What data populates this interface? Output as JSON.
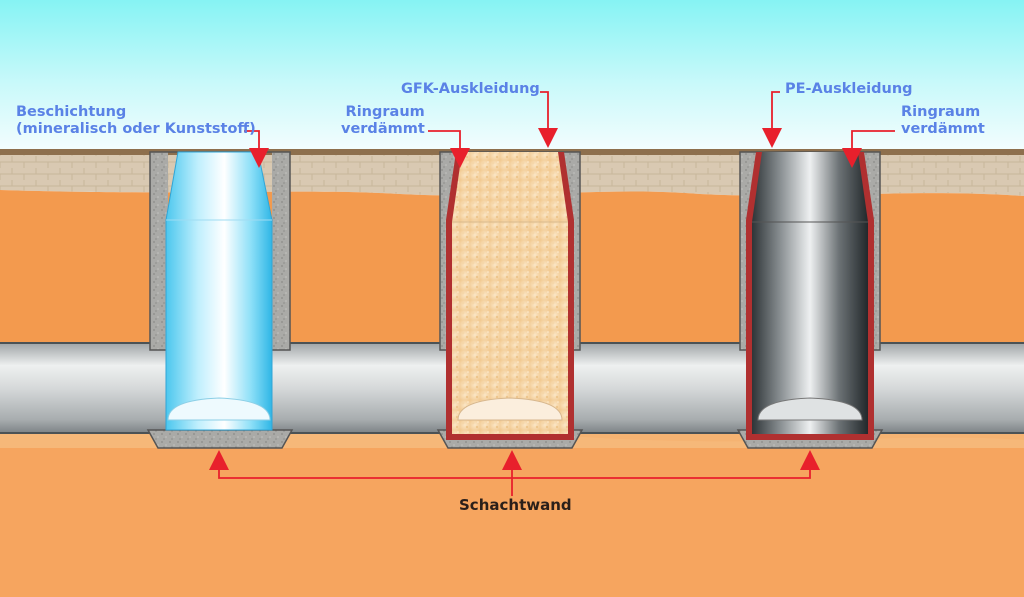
{
  "labels": {
    "beschichtung_line1": "Beschichtung",
    "beschichtung_line2": "(mineralisch oder Kunststoff)",
    "ringraum_left_line1": "Ringraum",
    "ringraum_left_line2": "verdämmt",
    "gfk": "GFK-Auskleidung",
    "pe": "PE-Auskleidung",
    "ringraum_right_line1": "Ringraum",
    "ringraum_right_line2": "verdämmt",
    "schachtwand": "Schachtwand"
  },
  "colors": {
    "sky_top": "#8cf5f5",
    "sky_bottom": "#eafcfd",
    "soil": "#f39a4e",
    "subsoil": "#f7b06d",
    "concrete": "#a9a9a6",
    "pipe": "#d9dcdc",
    "arrow": "#e8202c",
    "liner_red": "#c62a2a",
    "label_blue": "#5a82e6"
  }
}
